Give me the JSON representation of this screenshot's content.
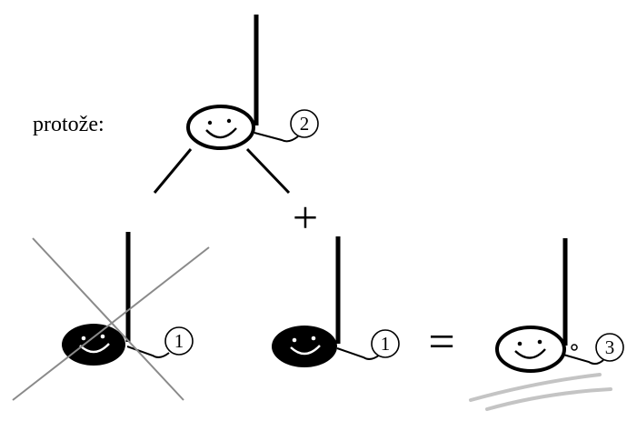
{
  "intro_text": "protože:",
  "notes": [
    {
      "id": "half-note",
      "type": "half",
      "beats": "2",
      "crossed_out": false,
      "dotted": false
    },
    {
      "id": "crossed-quarter-note",
      "type": "quarter",
      "beats": "1",
      "crossed_out": true,
      "dotted": false
    },
    {
      "id": "quarter-note",
      "type": "quarter",
      "beats": "1",
      "crossed_out": false,
      "dotted": false
    },
    {
      "id": "dotted-half-note",
      "type": "half",
      "beats": "3",
      "crossed_out": false,
      "dotted": true
    }
  ],
  "operators": {
    "plus": "+",
    "equals": "="
  },
  "colors": {
    "ink": "#000000",
    "cross": "#8a8a8a",
    "underline": "#c4c4c4"
  }
}
